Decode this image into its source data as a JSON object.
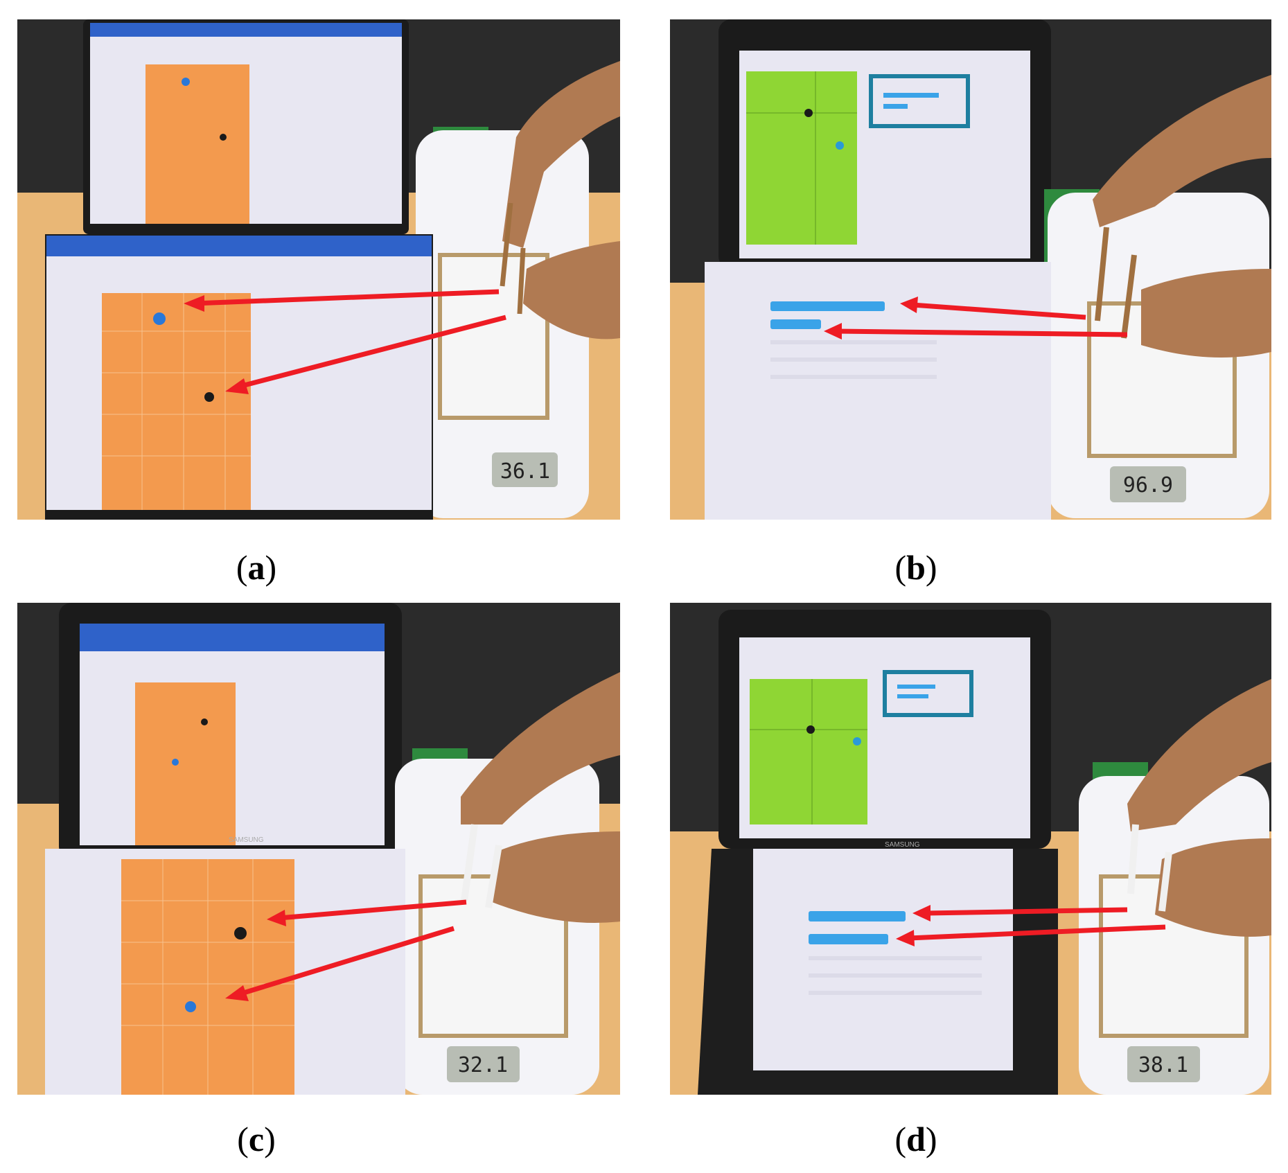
{
  "captions": [
    {
      "open": "(",
      "letter": "a",
      "close": ")"
    },
    {
      "open": "(",
      "letter": "b",
      "close": ")"
    },
    {
      "open": "(",
      "letter": "c",
      "close": ")"
    },
    {
      "open": "(",
      "letter": "d",
      "close": ")"
    }
  ],
  "laptop_brand": "SAMSUNG",
  "scale_readouts": [
    "36.1",
    "96.9",
    "32.1",
    "38.1"
  ],
  "colors": {
    "orange_canvas": "#f39a4e",
    "green_canvas": "#8fd634",
    "blue_dot": "#2a78d8",
    "black_dot": "#1a1a1a",
    "arrow": "#ee1c24",
    "highlight_box": "#1e7fa0",
    "bar_blue": "#3aa3e8",
    "screen_bg": "#e8e7f2",
    "desk": "#e9b776",
    "wall": "#2b2b2b"
  },
  "icons": [
    "arrow-icon",
    "touch-dot-icon"
  ]
}
